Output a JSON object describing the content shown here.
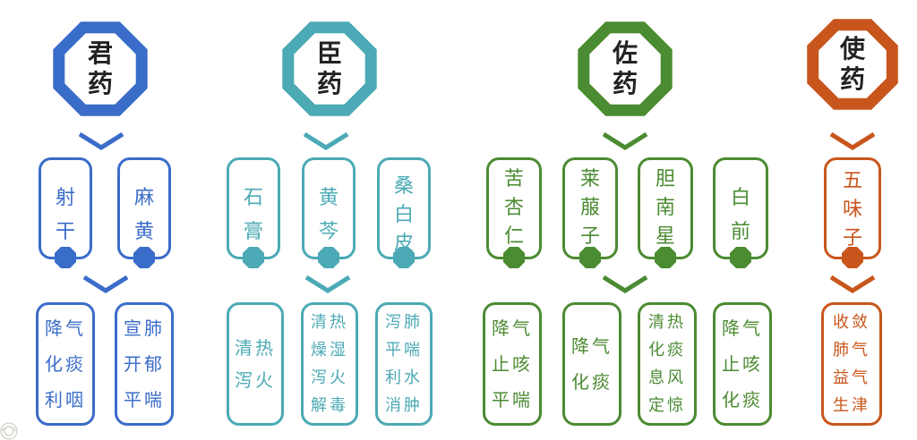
{
  "colors": {
    "jun": "#3A6CC9",
    "chen": "#4BAAB5",
    "zuo": "#4B8B32",
    "shi": "#C8561C"
  },
  "groups": {
    "jun": {
      "title_line1": "君",
      "title_line2": "药",
      "herbs": [
        {
          "name": "射干"
        },
        {
          "name": "麻黄"
        }
      ],
      "effects": [
        {
          "lines": [
            "降气",
            "化痰",
            "利咽"
          ]
        },
        {
          "lines": [
            "宣肺",
            "开郁",
            "平喘"
          ]
        }
      ]
    },
    "chen": {
      "title_line1": "臣",
      "title_line2": "药",
      "herbs": [
        {
          "name": "石膏"
        },
        {
          "name": "黄芩"
        },
        {
          "name": "桑白皮"
        }
      ],
      "effects": [
        {
          "lines": [
            "清热",
            "泻火"
          ]
        },
        {
          "lines": [
            "清热",
            "燥湿",
            "泻火",
            "解毒"
          ]
        },
        {
          "lines": [
            "泻肺",
            "平喘",
            "利水",
            "消肿"
          ]
        }
      ]
    },
    "zuo": {
      "title_line1": "佐",
      "title_line2": "药",
      "herbs": [
        {
          "name": "苦杏仁"
        },
        {
          "name": "莱菔子"
        },
        {
          "name": "胆南星"
        },
        {
          "name": "白前"
        }
      ],
      "effects": [
        {
          "lines": [
            "降气",
            "止咳",
            "平喘"
          ]
        },
        {
          "lines": [
            "降气",
            "化痰"
          ]
        },
        {
          "lines": [
            "清热",
            "化痰",
            "息风",
            "定惊"
          ]
        },
        {
          "lines": [
            "降气",
            "止咳",
            "化痰"
          ]
        }
      ]
    },
    "shi": {
      "title_line1": "使",
      "title_line2": "药",
      "herbs": [
        {
          "name": "五味子"
        }
      ],
      "effects": [
        {
          "lines": [
            "收敛",
            "肺气",
            "益气",
            "生津"
          ]
        }
      ]
    }
  }
}
